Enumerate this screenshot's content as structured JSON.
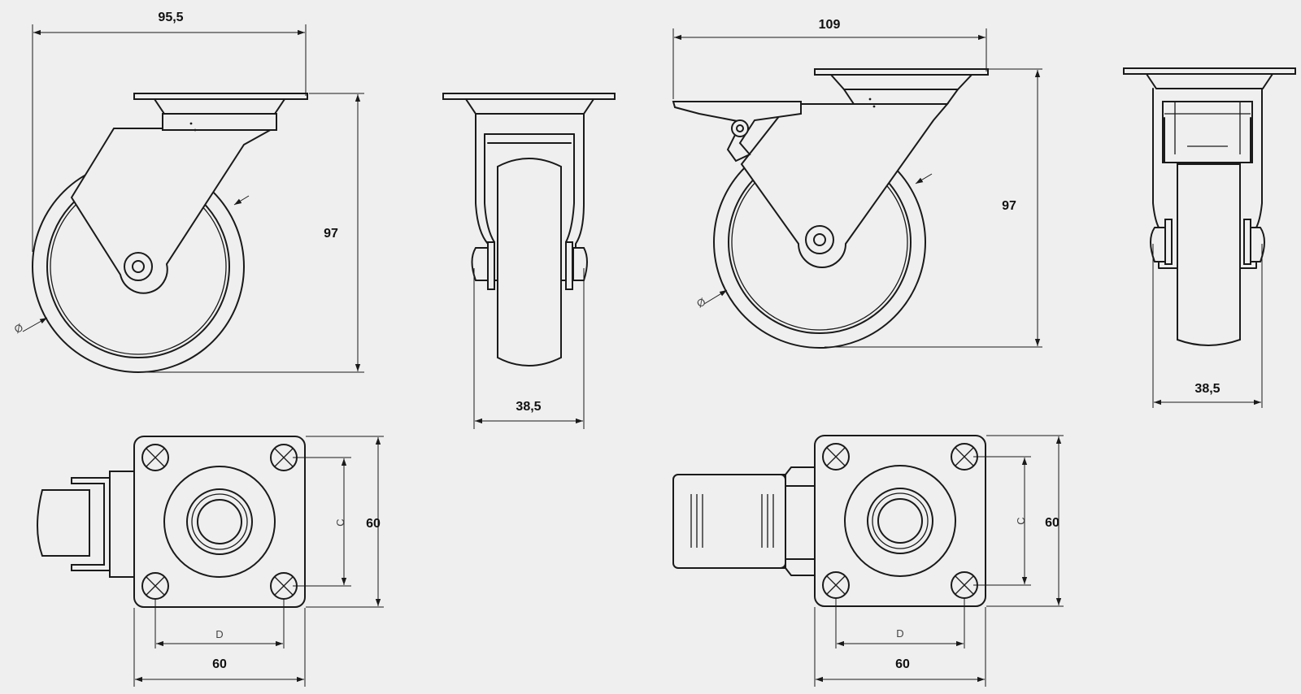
{
  "views": {
    "swivel_side": {
      "width_label": "95,5",
      "height_label": "97",
      "diameter_symbol": "Ø"
    },
    "swivel_front": {
      "width_label": "38,5"
    },
    "brake_side": {
      "width_label": "109",
      "height_label": "97",
      "diameter_symbol": "Ø"
    },
    "brake_front": {
      "width_label": "38,5"
    },
    "swivel_plate_top": {
      "width_label": "60",
      "height_label": "60",
      "hole_c_label": "C",
      "hole_d_label": "D"
    },
    "brake_plate_top": {
      "width_label": "60",
      "height_label": "60",
      "hole_c_label": "C",
      "hole_d_label": "D"
    }
  }
}
